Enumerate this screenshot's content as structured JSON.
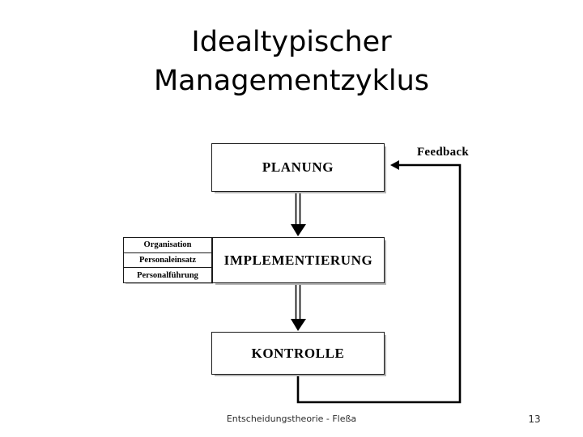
{
  "slide": {
    "title_line1": "Idealtypischer",
    "title_line2": "Managementzyklus",
    "background_color": "#ffffff",
    "text_color": "#000000"
  },
  "diagram": {
    "type": "flowchart",
    "boxes": [
      {
        "id": "planung",
        "label": "PLANUNG"
      },
      {
        "id": "implementierung",
        "label": "IMPLEMENTIERUNG"
      },
      {
        "id": "kontrolle",
        "label": "KONTROLLE"
      }
    ],
    "sub_labels": [
      {
        "label": "Organisation"
      },
      {
        "label": "Personaleinsatz"
      },
      {
        "label": "Personalführung"
      }
    ],
    "feedback_label": "Feedback",
    "connector_color": "#000000",
    "box_border_color": "#1a1a1a",
    "box_shadow_color": "#b5b5b5"
  },
  "footer": {
    "text": "Entscheidungstheorie - Fleßa",
    "page_number": "13"
  }
}
